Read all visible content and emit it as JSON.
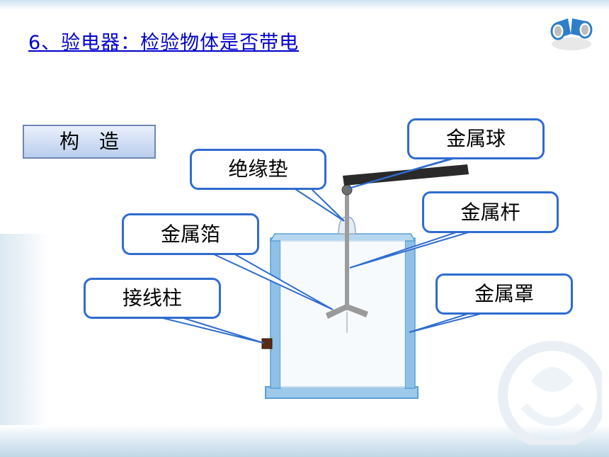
{
  "title": "6、验电器：检验物体是否带电",
  "section_label": "构　造",
  "callouts": {
    "metal_ball": "金属球",
    "insulating_pad": "绝缘垫",
    "metal_rod": "金属杆",
    "metal_foil": "金属箔",
    "terminal": "接线柱",
    "metal_cover": "金属罩"
  },
  "icons": {
    "top_right": "binoculars-icon",
    "watermark": "school-emblem-watermark"
  },
  "colors": {
    "title": "#0000cc",
    "callout_border": "#2f6ccf",
    "apparatus": "#5a9fd6"
  }
}
